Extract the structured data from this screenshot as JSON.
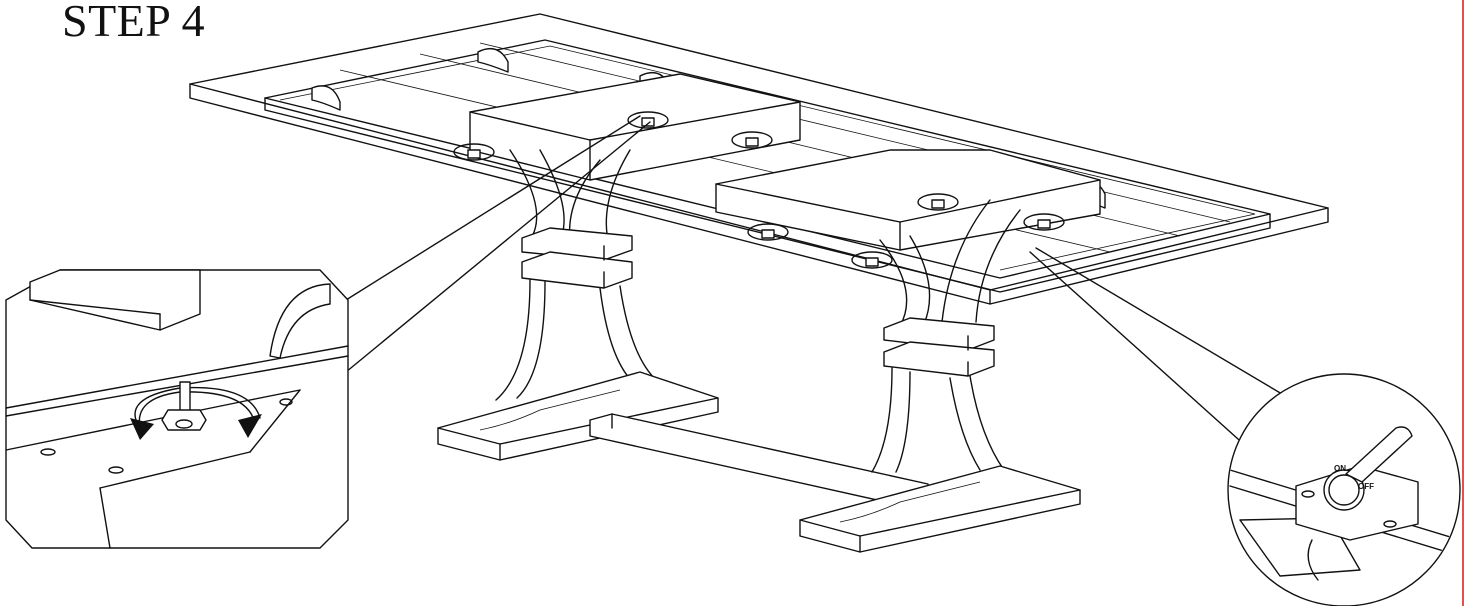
{
  "title": "STEP 4",
  "switch_detail": {
    "on_label": "ON",
    "off_label": "OFF"
  },
  "colors": {
    "line": "#111111",
    "margin_rule": "#e25050",
    "background": "#ffffff"
  },
  "icons": [
    "tighten-nut-arrow-icon",
    "leveler-switch-icon"
  ]
}
